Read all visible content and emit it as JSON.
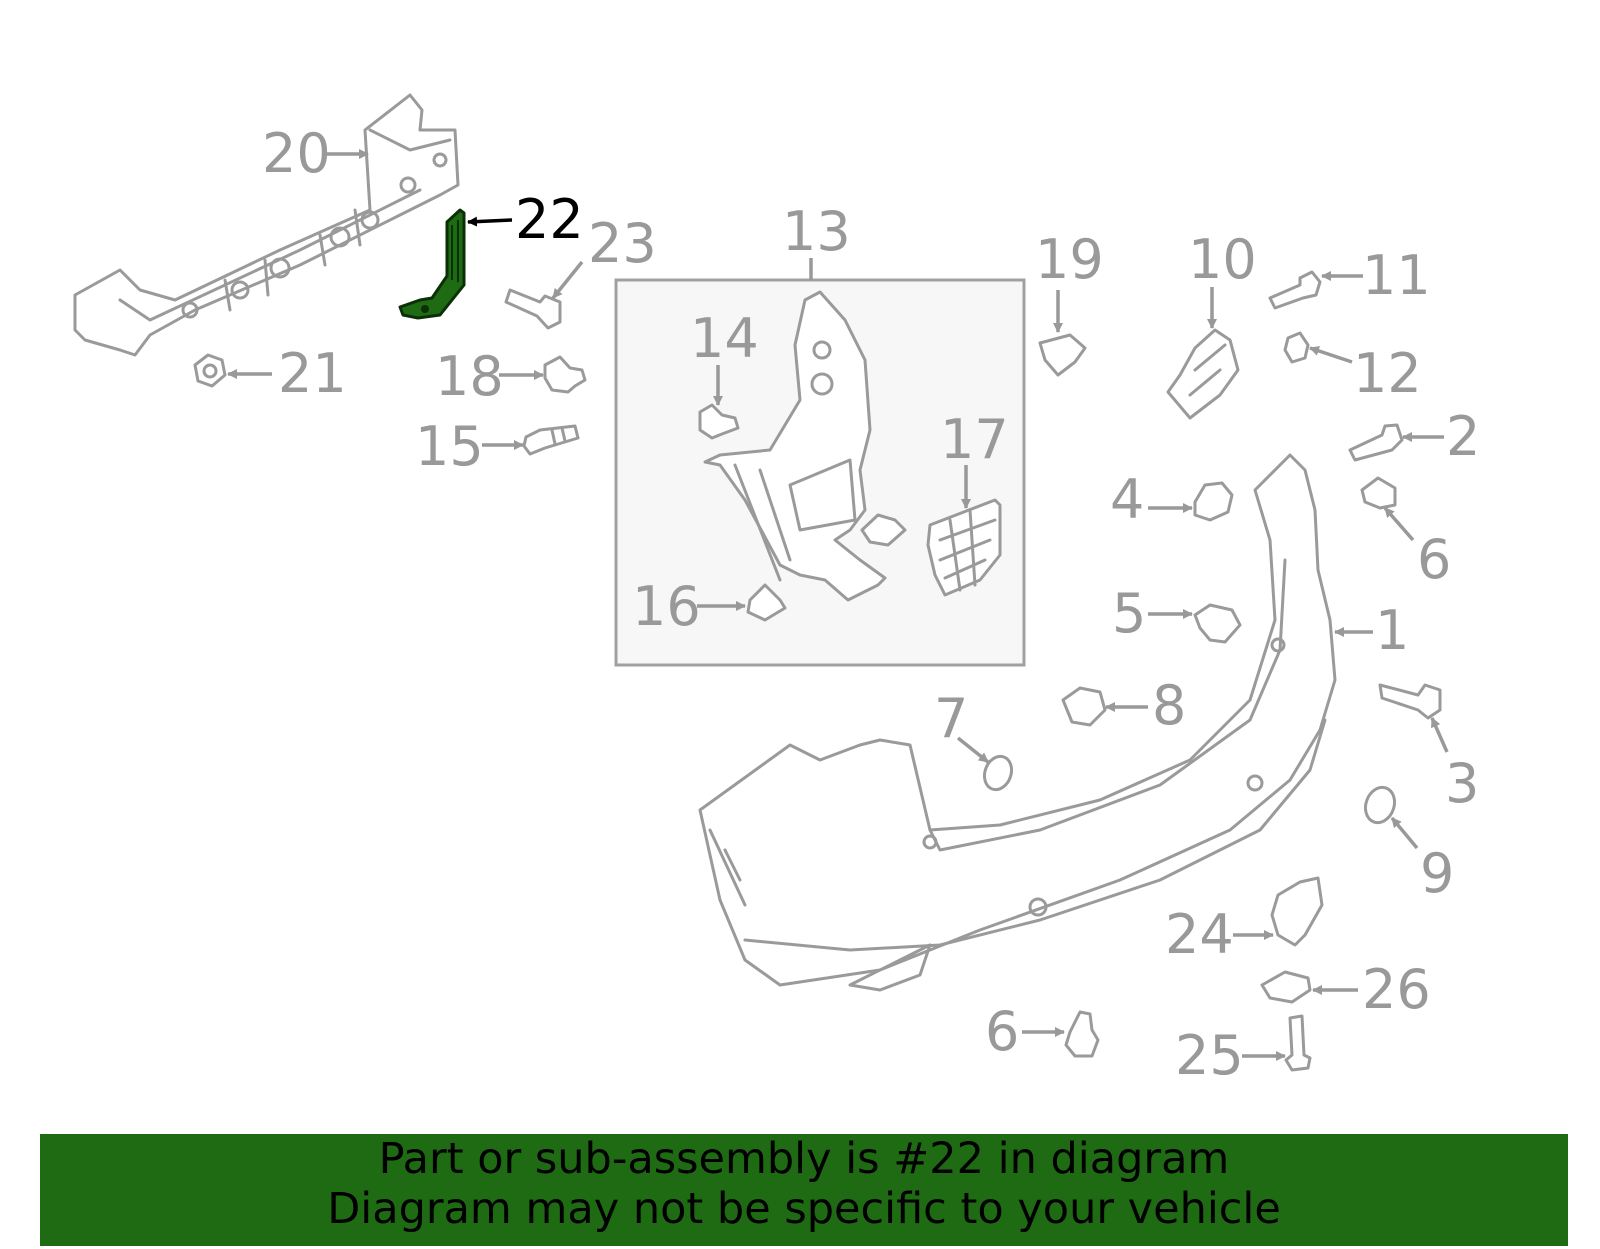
{
  "callouts": {
    "c1": "1",
    "c2": "2",
    "c3": "3",
    "c4": "4",
    "c5": "5",
    "c6a": "6",
    "c6b": "6",
    "c7": "7",
    "c8": "8",
    "c9": "9",
    "c10": "10",
    "c11": "11",
    "c12": "12",
    "c13": "13",
    "c14": "14",
    "c15": "15",
    "c16": "16",
    "c17": "17",
    "c18": "18",
    "c19": "19",
    "c20": "20",
    "c21": "21",
    "c22": "22",
    "c23": "23",
    "c24": "24",
    "c25": "25",
    "c26": "26"
  },
  "highlight_part": "22",
  "colors": {
    "highlight": "#1f6b14",
    "outline": "#9a9a9a",
    "banner_bg": "#1f6b14"
  },
  "banner": {
    "line1": "Part or sub-assembly is #22 in diagram",
    "line2": "Diagram may not be specific to your vehicle"
  }
}
